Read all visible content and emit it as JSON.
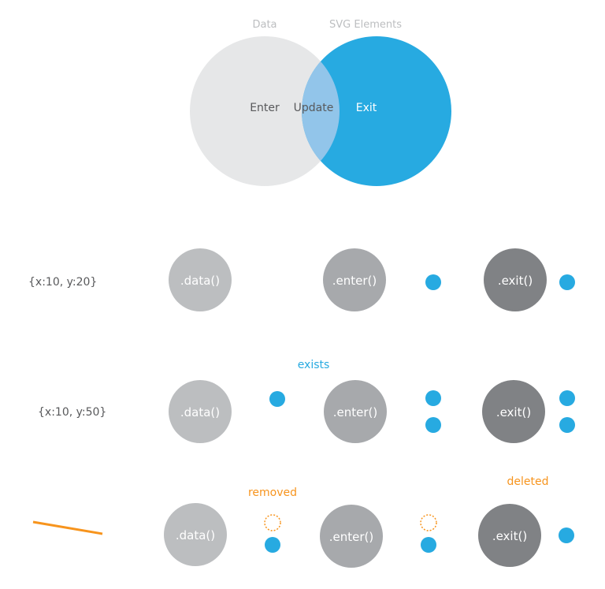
{
  "venn": {
    "left_title": "Data",
    "right_title": "SVG Elements",
    "left_label": "Enter",
    "middle_label": "Update",
    "right_label": "Exit"
  },
  "rows": [
    {
      "input_label": "{x:10, y:20}",
      "data_label": ".data()",
      "enter_label": ".enter()",
      "exit_label": ".exit()",
      "note": ""
    },
    {
      "input_label": "{x:10, y:50}",
      "data_label": ".data()",
      "enter_label": ".enter()",
      "exit_label": ".exit()",
      "note": "exists"
    },
    {
      "input_label": "",
      "data_label": ".data()",
      "enter_label": ".enter()",
      "exit_label": ".exit()",
      "note": "removed",
      "note2": "deleted"
    }
  ],
  "colors": {
    "venn_left": "#e6e7e8",
    "venn_right": "#27aae1",
    "venn_overlap": "#92c5ea",
    "data_circle": "#bcbec0",
    "enter_circle": "#a7a9ac",
    "exit_circle": "#808285",
    "dot": "#27aae1",
    "orange": "#f7941d",
    "label_gray": "#bcbec0",
    "label_dark": "#58595b"
  }
}
